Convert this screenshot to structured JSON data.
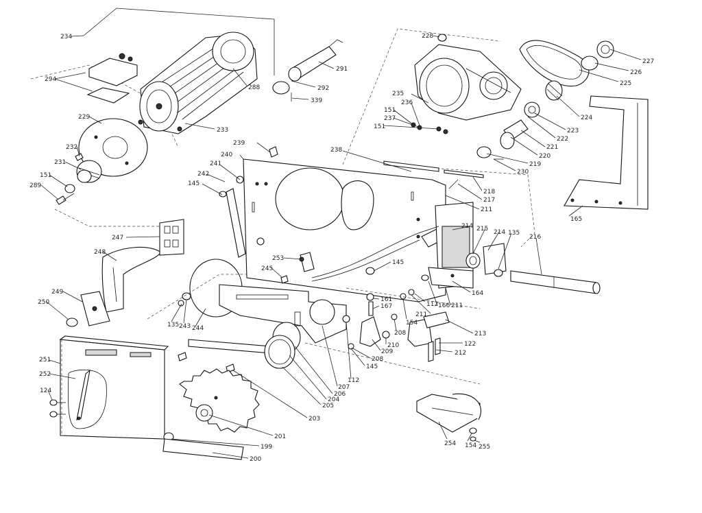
{
  "diagram": {
    "line_color": "#111111",
    "background": "#ffffff",
    "parts": [
      {
        "id": "p234",
        "label": "234"
      },
      {
        "id": "p294",
        "label": "294"
      },
      {
        "id": "p288",
        "label": "288"
      },
      {
        "id": "p291",
        "label": "291"
      },
      {
        "id": "p292",
        "label": "292"
      },
      {
        "id": "p339",
        "label": "339"
      },
      {
        "id": "p229",
        "label": "229"
      },
      {
        "id": "p233",
        "label": "233"
      },
      {
        "id": "p232",
        "label": "232"
      },
      {
        "id": "p231",
        "label": "231"
      },
      {
        "id": "p151a",
        "label": "151"
      },
      {
        "id": "p289",
        "label": "289"
      },
      {
        "id": "p228",
        "label": "228"
      },
      {
        "id": "p227",
        "label": "227"
      },
      {
        "id": "p226",
        "label": "226"
      },
      {
        "id": "p225",
        "label": "225"
      },
      {
        "id": "p235",
        "label": "235"
      },
      {
        "id": "p236",
        "label": "236"
      },
      {
        "id": "p151b",
        "label": "151"
      },
      {
        "id": "p237",
        "label": "237"
      },
      {
        "id": "p151c",
        "label": "151"
      },
      {
        "id": "p224",
        "label": "224"
      },
      {
        "id": "p223",
        "label": "223"
      },
      {
        "id": "p222",
        "label": "222"
      },
      {
        "id": "p221",
        "label": "221"
      },
      {
        "id": "p220",
        "label": "220"
      },
      {
        "id": "p219",
        "label": "219"
      },
      {
        "id": "p230",
        "label": "230"
      },
      {
        "id": "p218",
        "label": "218"
      },
      {
        "id": "p217",
        "label": "217"
      },
      {
        "id": "p211a",
        "label": "211"
      },
      {
        "id": "p165",
        "label": "165"
      },
      {
        "id": "p238",
        "label": "238"
      },
      {
        "id": "p239",
        "label": "239"
      },
      {
        "id": "p240",
        "label": "240"
      },
      {
        "id": "p241",
        "label": "241"
      },
      {
        "id": "p242",
        "label": "242"
      },
      {
        "id": "p145a",
        "label": "145"
      },
      {
        "id": "p214a",
        "label": "214"
      },
      {
        "id": "p215",
        "label": "215"
      },
      {
        "id": "p214b",
        "label": "214"
      },
      {
        "id": "p135a",
        "label": "135"
      },
      {
        "id": "p216",
        "label": "216"
      },
      {
        "id": "p247",
        "label": "247"
      },
      {
        "id": "p248",
        "label": "248"
      },
      {
        "id": "p253",
        "label": "253"
      },
      {
        "id": "p145b",
        "label": "145"
      },
      {
        "id": "p245",
        "label": "245"
      },
      {
        "id": "p249",
        "label": "249"
      },
      {
        "id": "p250",
        "label": "250"
      },
      {
        "id": "p135b",
        "label": "135"
      },
      {
        "id": "p243",
        "label": "243"
      },
      {
        "id": "p244",
        "label": "244"
      },
      {
        "id": "p161",
        "label": "161"
      },
      {
        "id": "p167",
        "label": "167"
      },
      {
        "id": "p112a",
        "label": "112"
      },
      {
        "id": "p166",
        "label": "166"
      },
      {
        "id": "p211b",
        "label": "211"
      },
      {
        "id": "p164",
        "label": "164"
      },
      {
        "id": "p211c",
        "label": "211"
      },
      {
        "id": "p154a",
        "label": "154"
      },
      {
        "id": "p208a",
        "label": "208"
      },
      {
        "id": "p213",
        "label": "213"
      },
      {
        "id": "p210",
        "label": "210"
      },
      {
        "id": "p209",
        "label": "209"
      },
      {
        "id": "p122",
        "label": "122"
      },
      {
        "id": "p212",
        "label": "212"
      },
      {
        "id": "p208b",
        "label": "208"
      },
      {
        "id": "p145c",
        "label": "145"
      },
      {
        "id": "p251",
        "label": "251"
      },
      {
        "id": "p252",
        "label": "252"
      },
      {
        "id": "p124",
        "label": "124"
      },
      {
        "id": "p112b",
        "label": "112"
      },
      {
        "id": "p207",
        "label": "207"
      },
      {
        "id": "p206",
        "label": "206"
      },
      {
        "id": "p204",
        "label": "204"
      },
      {
        "id": "p205",
        "label": "205"
      },
      {
        "id": "p203",
        "label": "203"
      },
      {
        "id": "p201",
        "label": "201"
      },
      {
        "id": "p199",
        "label": "199"
      },
      {
        "id": "p200",
        "label": "200"
      },
      {
        "id": "p254",
        "label": "254"
      },
      {
        "id": "p154b",
        "label": "154"
      },
      {
        "id": "p255",
        "label": "255"
      }
    ]
  }
}
